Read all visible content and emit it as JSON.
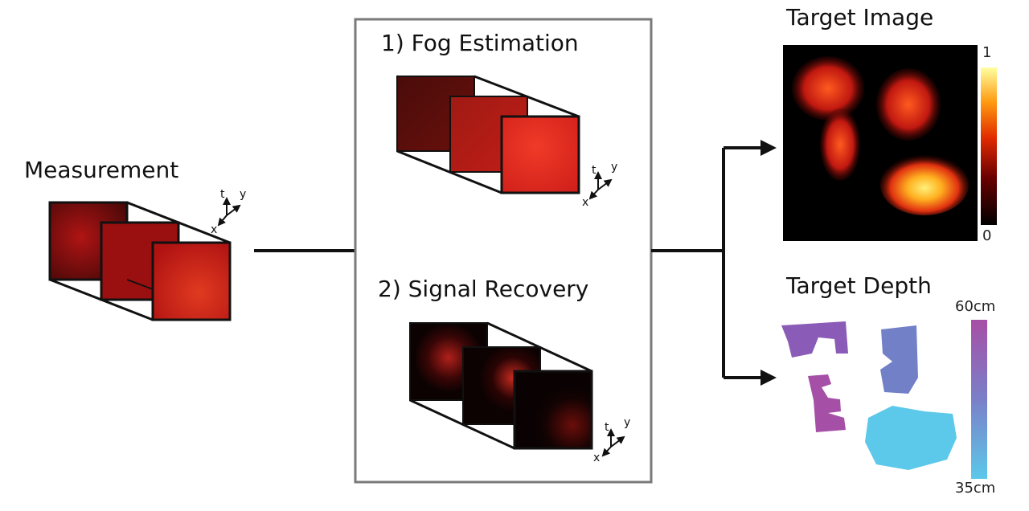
{
  "labels": {
    "measurement": "Measurement",
    "fog_estimation": "1) Fog Estimation",
    "signal_recovery": "2) Signal Recovery",
    "target_image": "Target Image",
    "target_depth": "Target Depth"
  },
  "axes": {
    "x": "x",
    "y": "y",
    "t": "t"
  },
  "colorbars": {
    "image": {
      "max": "1",
      "min": "0"
    },
    "depth": {
      "max": "60cm",
      "min": "35cm"
    }
  },
  "colors": {
    "measurement_frame": "#c01414",
    "fog_frame": "#d62a1e",
    "signal_frame": "#0e0303",
    "depth_near": "#5cc8ea",
    "depth_far": "#a64fa6"
  }
}
